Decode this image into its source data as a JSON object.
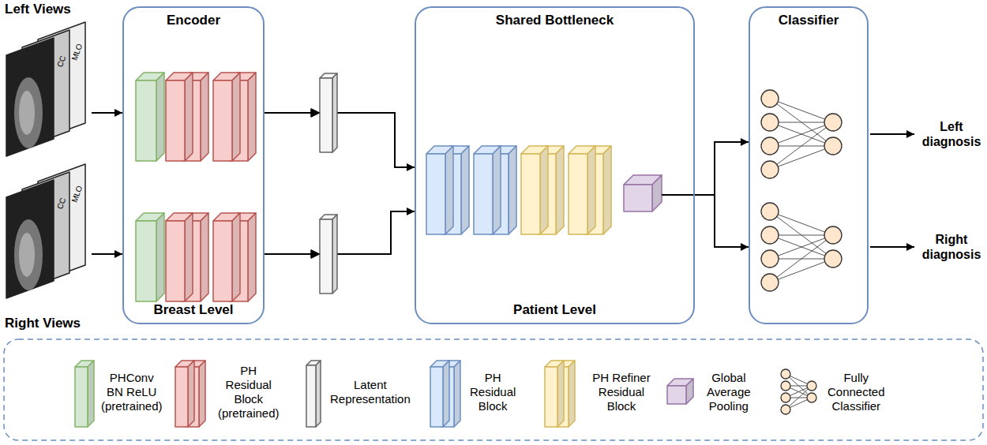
{
  "diagram": {
    "nodes": [
      {
        "text": [
          "Left Views",
          "CC",
          "MLO"
        ]
      },
      {
        "text": [
          "Right Views",
          "CC",
          "MLO"
        ]
      },
      {
        "text": [
          "Encoder",
          "Breast Level"
        ]
      },
      {
        "text": [
          "Shared Bottleneck",
          "Patient Level"
        ]
      },
      {
        "text": [
          "Classifier"
        ]
      }
    ],
    "edges": [
      {
        "from": 0,
        "to": 2,
        "arrow": "to"
      },
      {
        "from": 1,
        "to": 2,
        "arrow": "to"
      },
      {
        "from": 2,
        "to": 3,
        "arrow": "to"
      },
      {
        "from": 2,
        "to": 3,
        "arrow": "to"
      },
      {
        "from": 3,
        "to": 4,
        "arrow": "to"
      }
    ],
    "labels": [
      "Left diagnosis",
      "Right diagnosis"
    ],
    "legend": [
      {
        "text": "PHConv BN ReLU (pretrained)"
      },
      {
        "text": "PH Residual Block (pretrained)"
      },
      {
        "text": "Latent Representation"
      },
      {
        "text": "PH Residual Block"
      },
      {
        "text": "PH Refiner Residual Block"
      },
      {
        "text": "Global Average Pooling"
      },
      {
        "text": "Fully Connected Classifier"
      }
    ]
  }
}
